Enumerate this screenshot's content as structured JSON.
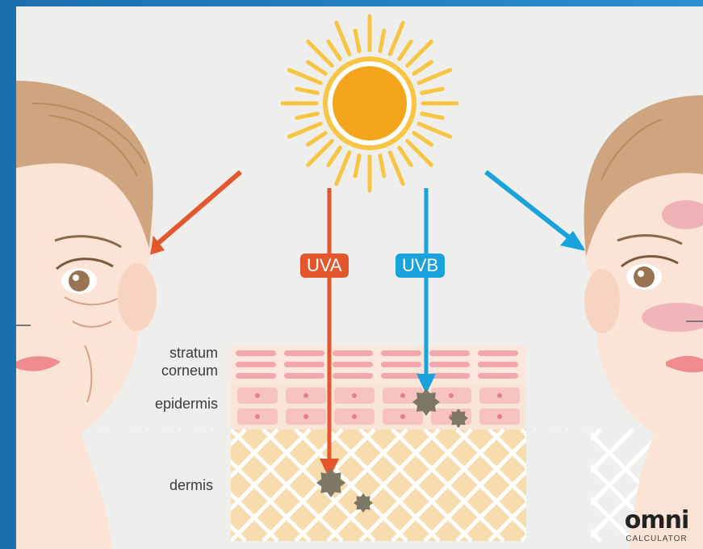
{
  "labels": {
    "stratum_line1": "stratum",
    "stratum_line2": "corneum",
    "epidermis": "epidermis",
    "dermis": "dermis"
  },
  "rays": {
    "uva": "UVA",
    "uvb": "UVB"
  },
  "brand": {
    "wordmark": "omni",
    "subtitle": "CALCULATOR"
  },
  "colors": {
    "background": "#eeeeec",
    "frame": "#1d78b8",
    "uva_accent": "#e4572e",
    "uvb_accent": "#1aa2dc",
    "sun": "#f5a51c",
    "sun_rays": "#f8c542",
    "skin": "#fbe3d5",
    "hair": "#cfa57f",
    "stratum": "#f6c9c5",
    "epidermis_cells": "#f6d2c8",
    "dermis": "#f7dcae",
    "damage": "#7d7765"
  },
  "icons": [
    "sun-icon",
    "uva-arrow-icon",
    "uvb-arrow-icon",
    "damage-spot-icon"
  ]
}
